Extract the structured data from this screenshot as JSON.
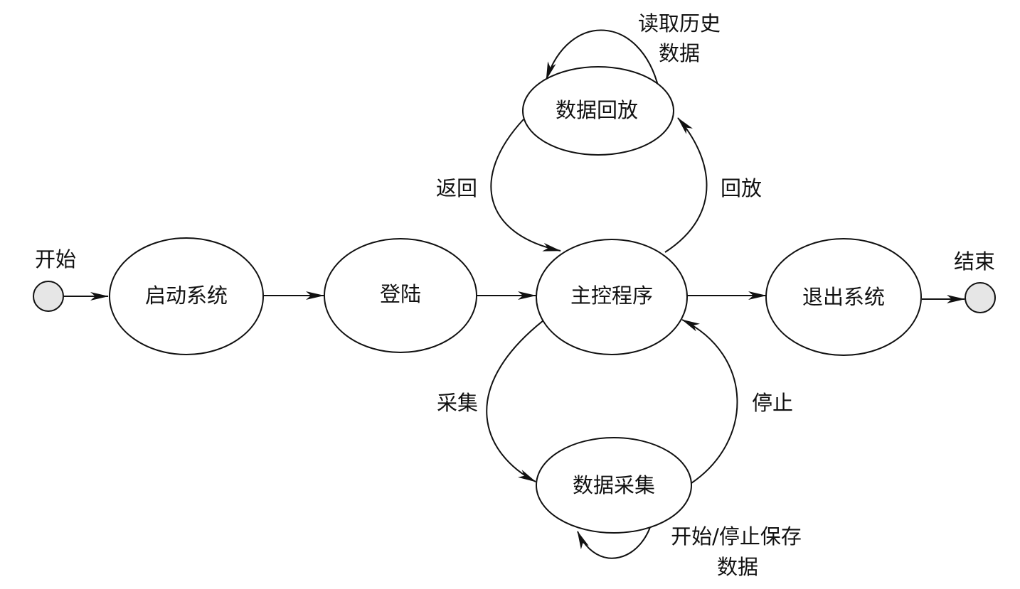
{
  "diagram": {
    "type": "state-diagram",
    "terminals": {
      "start": {
        "label": "开始"
      },
      "end": {
        "label": "结束"
      }
    },
    "states": {
      "startup": {
        "label": "启动系统"
      },
      "login": {
        "label": "登陆"
      },
      "main": {
        "label": "主控程序"
      },
      "exit": {
        "label": "退出系统"
      },
      "playback": {
        "label": "数据回放"
      },
      "acquisition": {
        "label": "数据采集"
      }
    },
    "transitions": {
      "playback_self": {
        "label_line1": "读取历史",
        "label_line2": "数据"
      },
      "back": {
        "label": "返回"
      },
      "replay": {
        "label": "回放"
      },
      "collect": {
        "label": "采集"
      },
      "stop": {
        "label": "停止"
      },
      "acquisition_self": {
        "label_line1": "开始/停止保存",
        "label_line2": "数据"
      }
    },
    "colors": {
      "line": "#111111",
      "terminal_fill": "#e6e6e6",
      "state_fill": "#ffffff"
    }
  }
}
